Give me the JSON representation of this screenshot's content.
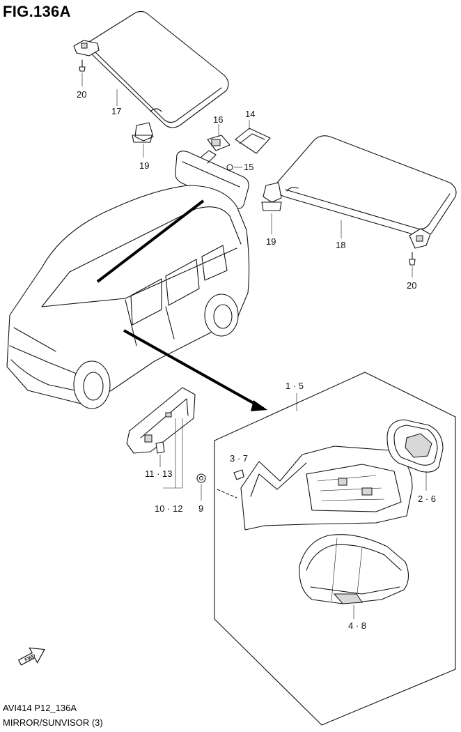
{
  "figure": {
    "title": "FIG.136A"
  },
  "callouts": {
    "c1_5": "1 · 5",
    "c2_6": "2 · 6",
    "c3_7": "3 · 7",
    "c4_8": "4 · 8",
    "c9": "9",
    "c10_12": "10 · 12",
    "c11_13": "11 · 13",
    "c14": "14",
    "c15": "15",
    "c16": "16",
    "c17": "17",
    "c18": "18",
    "c19_left": "19",
    "c19_right": "19",
    "c20_left": "20",
    "c20_right": "20"
  },
  "fwd_label": "FWD",
  "footer": {
    "code": "AVI414 P12_136A",
    "caption": "MIRROR/SUNVISOR (3)"
  }
}
